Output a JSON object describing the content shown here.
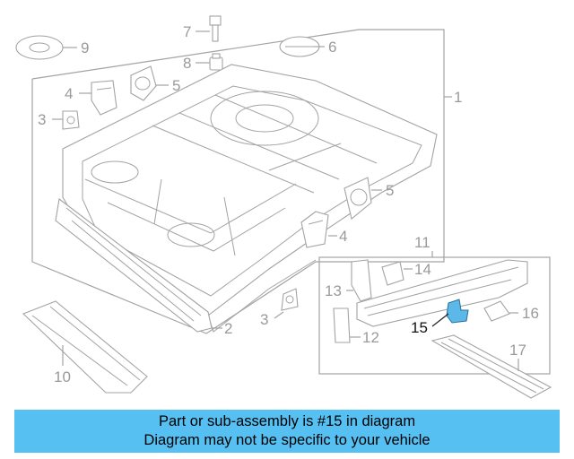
{
  "colors": {
    "highlight": "#5bb8e8",
    "banner": "#56c0f2",
    "line_art": "#a3a3a3",
    "callout_text": "#9a9a9a"
  },
  "callouts": {
    "c1": "1",
    "c2": "2",
    "c3a": "3",
    "c3b": "3",
    "c4a": "4",
    "c4b": "4",
    "c5a": "5",
    "c5b": "5",
    "c6": "6",
    "c7": "7",
    "c8": "8",
    "c9": "9",
    "c10": "10",
    "c11": "11",
    "c12": "12",
    "c13": "13",
    "c14": "14",
    "c15": "15",
    "c16": "16",
    "c17": "17"
  },
  "banner": {
    "line1": "Part or sub-assembly is #15 in diagram",
    "line2": "Diagram may not be specific to your vehicle"
  }
}
